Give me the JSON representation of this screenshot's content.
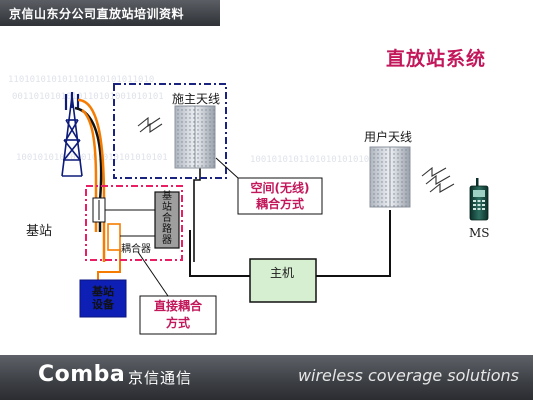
{
  "header": {
    "title": "京信山东分公司直放站培训资料"
  },
  "slide": {
    "title": "直放站系统"
  },
  "labels": {
    "donor_antenna": "施主天线",
    "user_antenna": "用户天线",
    "base_station": "基站",
    "combiner_chars": [
      "基",
      "站",
      "合",
      "路",
      "器"
    ],
    "coupler": "耦合器",
    "bts_equipment_line1": "基站",
    "bts_equipment_line2": "设备",
    "host": "主机",
    "ms": "MS",
    "space_coupling_line1": "空间(无线)",
    "space_coupling_line2": "耦合方式",
    "direct_coupling_line1": "直接耦合",
    "direct_coupling_line2": "方式"
  },
  "background_binary": [
    "110101010101101010101011010",
    "0011010101010110101001010101",
    "1001010101010101010101010101",
    "10010101011010101010101010"
  ],
  "footer": {
    "brand": "Comba",
    "brand_cn": "京信通信",
    "slogan": "wireless coverage solutions"
  },
  "colors": {
    "slide_title": "#c2185b",
    "dashed_box_donor": "#1a237e",
    "dashed_box_direct": "#e91e63",
    "feeder_orange": "#f57c00",
    "callout_text": "#c2185b",
    "host_box_fill": "#d6efd0",
    "bts_equipment_fill": "#0d1fb5",
    "combiner_fill": "#9e9e9e"
  },
  "icons": [
    "tower-icon",
    "panel-antenna-icon",
    "mobile-phone-icon",
    "lightning-link-icon"
  ]
}
